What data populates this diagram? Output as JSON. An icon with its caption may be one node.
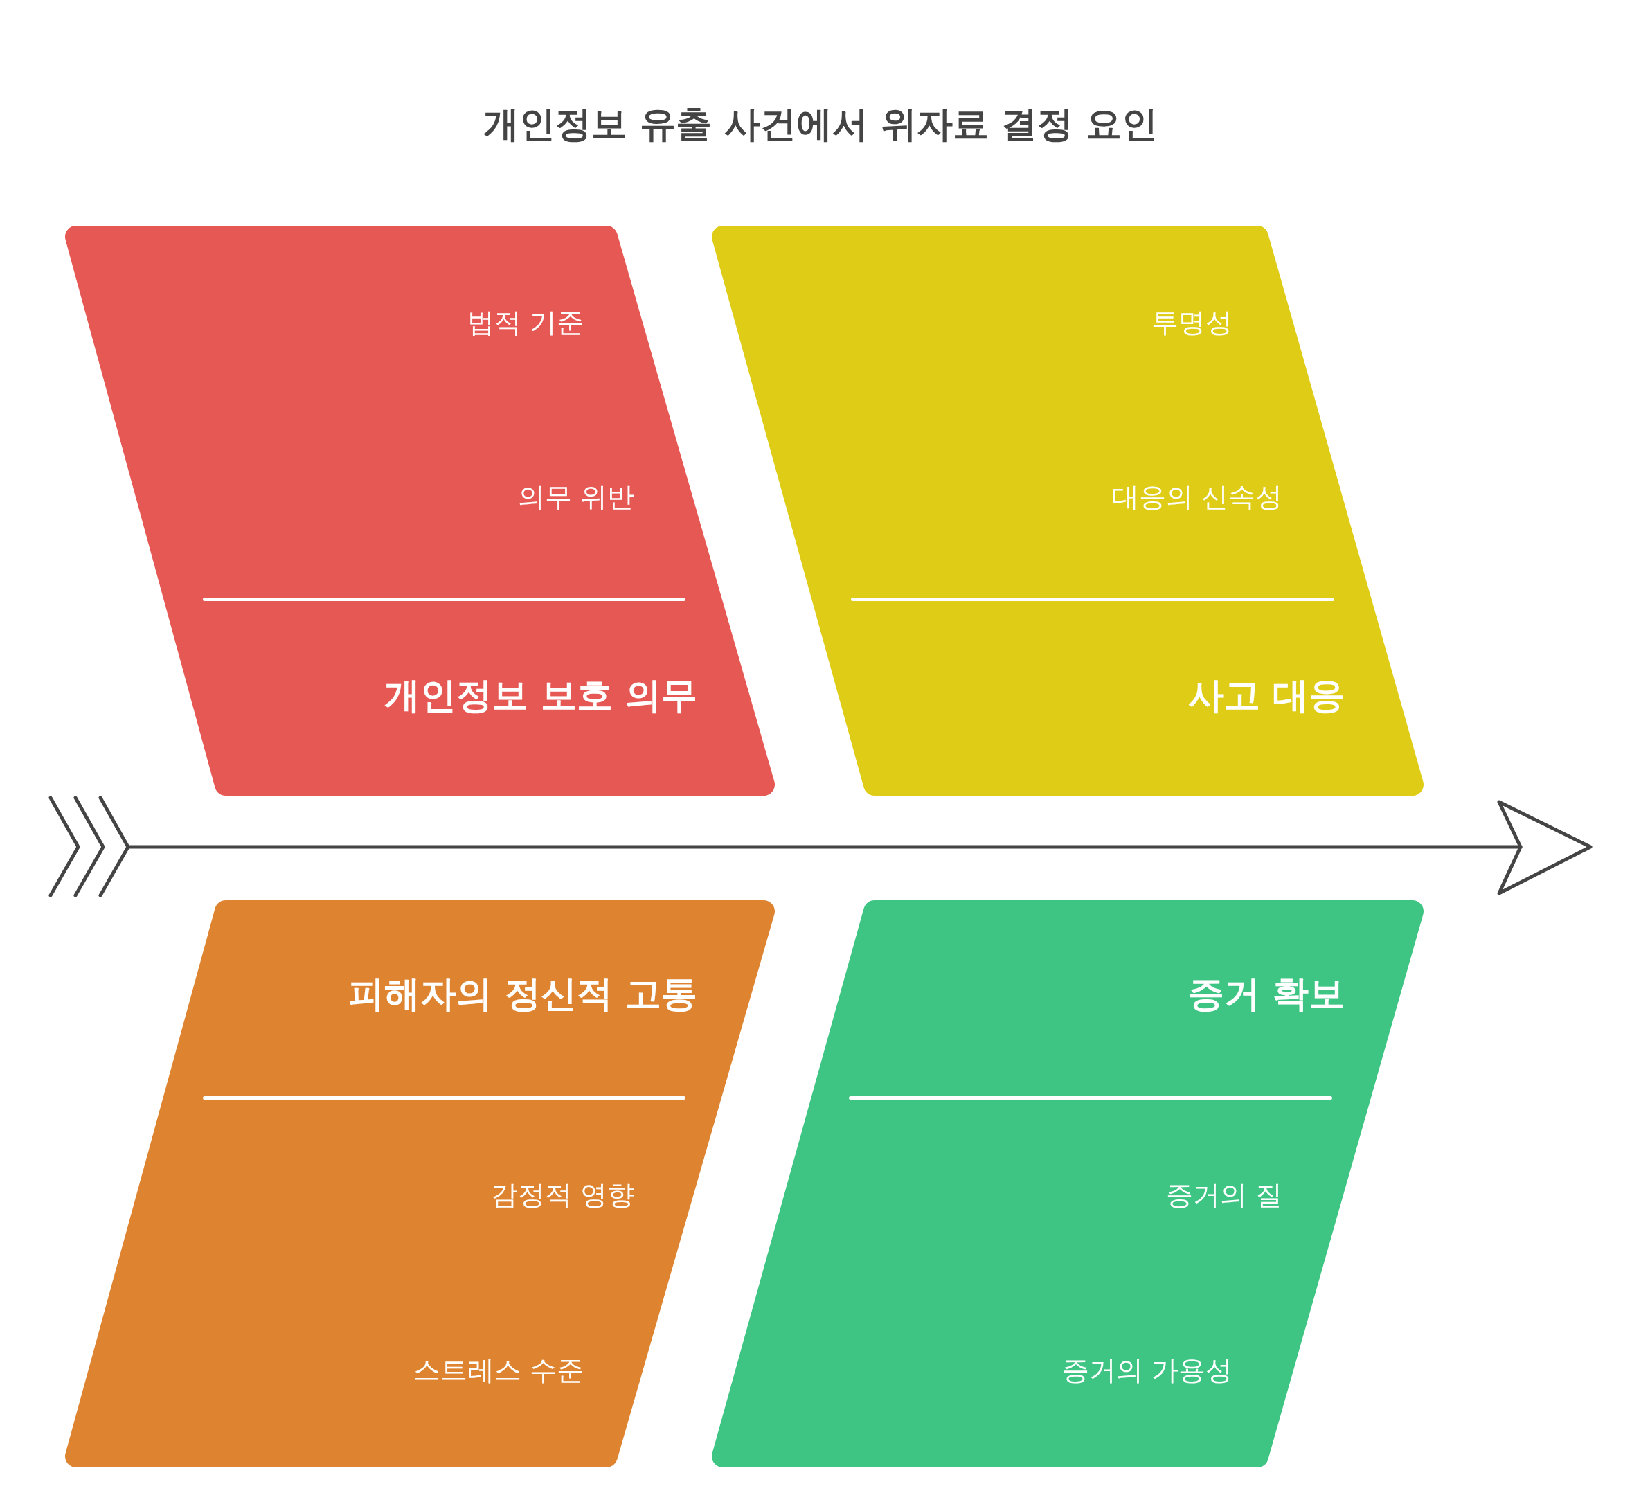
{
  "diagram": {
    "title": "개인정보 유출 사건에서 위자료 결정 요인",
    "nodes": [
      {
        "text": [
          "개인정보 보호 의무"
        ]
      },
      {
        "text": [
          "법적 기준"
        ],
        "in": 0
      },
      {
        "text": [
          "의무 위반"
        ],
        "in": 0
      },
      {
        "text": [
          "사고 대응"
        ]
      },
      {
        "text": [
          "투명성"
        ],
        "in": 3
      },
      {
        "text": [
          "대응의 신속성"
        ],
        "in": 3
      },
      {
        "text": [
          "피해자의 정신적 고통"
        ]
      },
      {
        "text": [
          "감정적 영향"
        ],
        "in": 6
      },
      {
        "text": [
          "스트레스 수준"
        ],
        "in": 6
      },
      {
        "text": [
          "증거 확보"
        ]
      },
      {
        "text": [
          "증거의 질"
        ],
        "in": 9
      },
      {
        "text": [
          "증거의 가용성"
        ],
        "in": 9
      }
    ]
  }
}
